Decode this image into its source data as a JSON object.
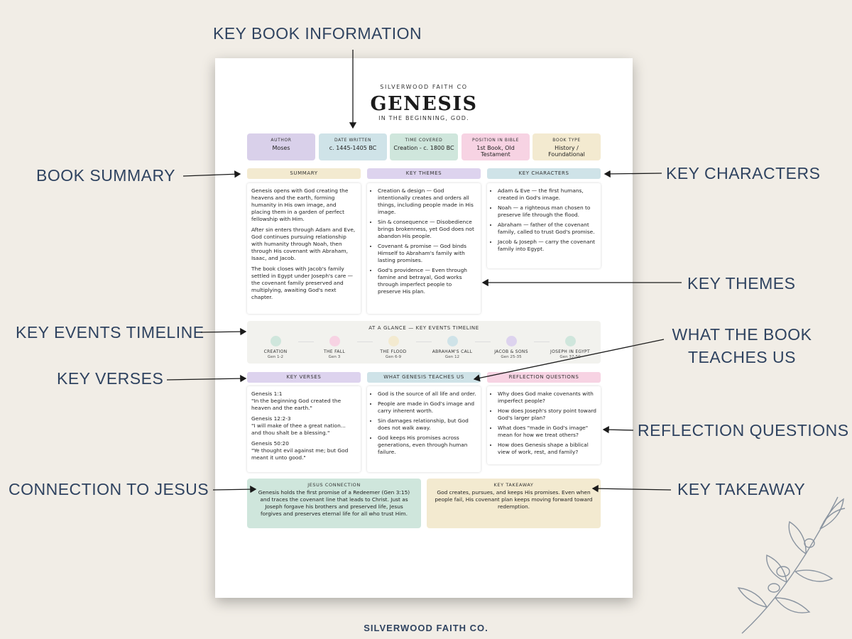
{
  "callouts": {
    "key_book_info": "KEY BOOK INFORMATION",
    "book_summary": "BOOK SUMMARY",
    "key_characters": "KEY CHARACTERS",
    "key_themes": "KEY THEMES",
    "key_events_timeline": "KEY EVENTS TIMELINE",
    "what_book_teaches_1": "WHAT THE BOOK",
    "what_book_teaches_2": "TEACHES US",
    "key_verses": "KEY VERSES",
    "reflection_questions": "REFLECTION QUESTIONS",
    "connection_to_jesus": "CONNECTION TO JESUS",
    "key_takeaway": "KEY TAKEAWAY"
  },
  "sheet": {
    "brand": "SILVERWOOD FAITH CO",
    "title": "GENESIS",
    "subtitle": "IN THE BEGINNING, GOD.",
    "info": [
      {
        "label": "AUTHOR",
        "value": "Moses",
        "color": "#d9d0ea"
      },
      {
        "label": "DATE WRITTEN",
        "value": "c. 1445-1405 BC",
        "color": "#cfe3e8"
      },
      {
        "label": "TIME COVERED",
        "value": "Creation - c. 1800 BC",
        "color": "#cfe6dc"
      },
      {
        "label": "POSITION IN BIBLE",
        "value": "1st Book, Old Testament",
        "color": "#f7d3e3"
      },
      {
        "label": "BOOK TYPE",
        "value": "History / Foundational",
        "color": "#f3ead0"
      }
    ],
    "summary": {
      "head": "SUMMARY",
      "color": "#f3ead0",
      "paragraphs": [
        "Genesis opens with God creating the heavens and the earth, forming humanity in His own image, and placing them in a garden of perfect fellowship with Him.",
        "After sin enters through Adam and Eve, God continues pursuing relationship with humanity through Noah, then through His covenant with Abraham, Isaac, and Jacob.",
        "The book closes with Jacob's family settled in Egypt under Joseph's care — the covenant family preserved and multiplying, awaiting God's next chapter."
      ]
    },
    "themes": {
      "head": "KEY THEMES",
      "color": "#ddd3ee",
      "items": [
        "Creation & design — God intentionally creates and orders all things, including people made in His image.",
        "Sin & consequence — Disobedience brings brokenness, yet God does not abandon His people.",
        "Covenant & promise — God binds Himself to Abraham's family with lasting promises.",
        "God's providence — Even through famine and betrayal, God works through imperfect people to preserve His plan."
      ]
    },
    "characters": {
      "head": "KEY CHARACTERS",
      "color": "#cfe3e8",
      "items": [
        "Adam & Eve — the first humans, created in God's image.",
        "Noah — a righteous man chosen to preserve life through the flood.",
        "Abraham — father of the covenant family, called to trust God's promise.",
        "Jacob & Joseph — carry the covenant family into Egypt."
      ]
    },
    "timeline": {
      "title": "AT A GLANCE — KEY EVENTS TIMELINE",
      "events": [
        {
          "name": "CREATION",
          "ref": "Gen 1-2",
          "color": "#cfe6dc"
        },
        {
          "name": "THE FALL",
          "ref": "Gen 3",
          "color": "#f7d3e3"
        },
        {
          "name": "THE FLOOD",
          "ref": "Gen 6-9",
          "color": "#f3ead0"
        },
        {
          "name": "ABRAHAM'S CALL",
          "ref": "Gen 12",
          "color": "#cfe3e8"
        },
        {
          "name": "JACOB & SONS",
          "ref": "Gen 25-35",
          "color": "#ddd3ee"
        },
        {
          "name": "JOSEPH IN EGYPT",
          "ref": "Gen 37-50",
          "color": "#cfe6dc"
        }
      ]
    },
    "verses": {
      "head": "KEY VERSES",
      "color": "#ddd3ee",
      "items": [
        {
          "ref": "Genesis 1:1",
          "text": "\"In the beginning God created the heaven and the earth.\""
        },
        {
          "ref": "Genesis 12:2-3",
          "text": "\"I will make of thee a great nation... and thou shalt be a blessing.\""
        },
        {
          "ref": "Genesis 50:20",
          "text": "\"Ye thought evil against me; but God meant it unto good.\""
        }
      ]
    },
    "teaches": {
      "head": "WHAT GENESIS TEACHES US",
      "color": "#cfe3e8",
      "items": [
        "God is the source of all life and order.",
        "People are made in God's image and carry inherent worth.",
        "Sin damages relationship, but God does not walk away.",
        "God keeps His promises across generations, even through human failure."
      ]
    },
    "reflection": {
      "head": "REFLECTION QUESTIONS",
      "color": "#f7d3e3",
      "items": [
        "Why does God make covenants with imperfect people?",
        "How does Joseph's story point toward God's larger plan?",
        "What does \"made in God's image\" mean for how we treat others?",
        "How does Genesis shape a biblical view of work, rest, and family?"
      ]
    },
    "jesus": {
      "head": "JESUS CONNECTION",
      "color": "#cfe6dc",
      "text": "Genesis holds the first promise of a Redeemer (Gen 3:15) and traces the covenant line that leads to Christ. Just as Joseph forgave his brothers and preserved life, Jesus forgives and preserves eternal life for all who trust Him."
    },
    "takeaway": {
      "head": "KEY TAKEAWAY",
      "color": "#f3ead0",
      "text": "God creates, pursues, and keeps His promises. Even when people fail, His covenant plan keeps moving forward toward redemption."
    }
  },
  "footer": "SILVERWOOD FAITH CO."
}
